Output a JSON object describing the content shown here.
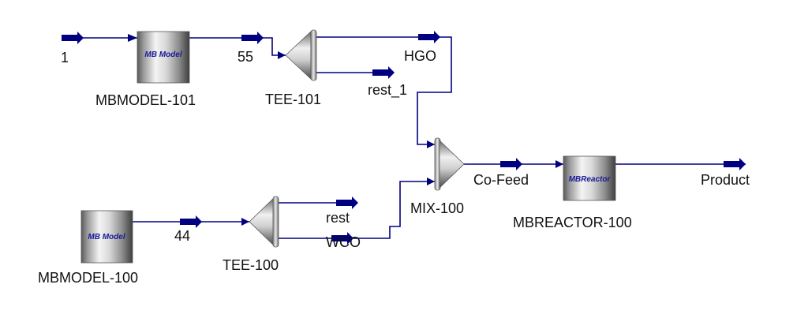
{
  "colors": {
    "stream_line": "#000080",
    "arrow": "#000080",
    "label_text": "#111111",
    "block_label_text": "#1a1a99"
  },
  "units": {
    "mbmodel_101": {
      "name": "MBMODEL-101",
      "inner_label": "MB Model",
      "icon": "model-block-icon"
    },
    "mbmodel_100": {
      "name": "MBMODEL-100",
      "inner_label": "MB Model",
      "icon": "model-block-icon"
    },
    "tee_101": {
      "name": "TEE-101",
      "icon": "splitter-icon"
    },
    "tee_100": {
      "name": "TEE-100",
      "icon": "splitter-icon"
    },
    "mix_100": {
      "name": "MIX-100",
      "icon": "mixer-icon"
    },
    "mbreactor_100": {
      "name": "MBREACTOR-100",
      "inner_label": "MBReactor",
      "icon": "reactor-block-icon"
    }
  },
  "streams": {
    "s1": "1",
    "s55": "55",
    "hgo": "HGO",
    "rest_1": "rest_1",
    "s44": "44",
    "rest": "rest",
    "wco": "WCO",
    "cofeed": "Co-Feed",
    "product": "Product"
  }
}
